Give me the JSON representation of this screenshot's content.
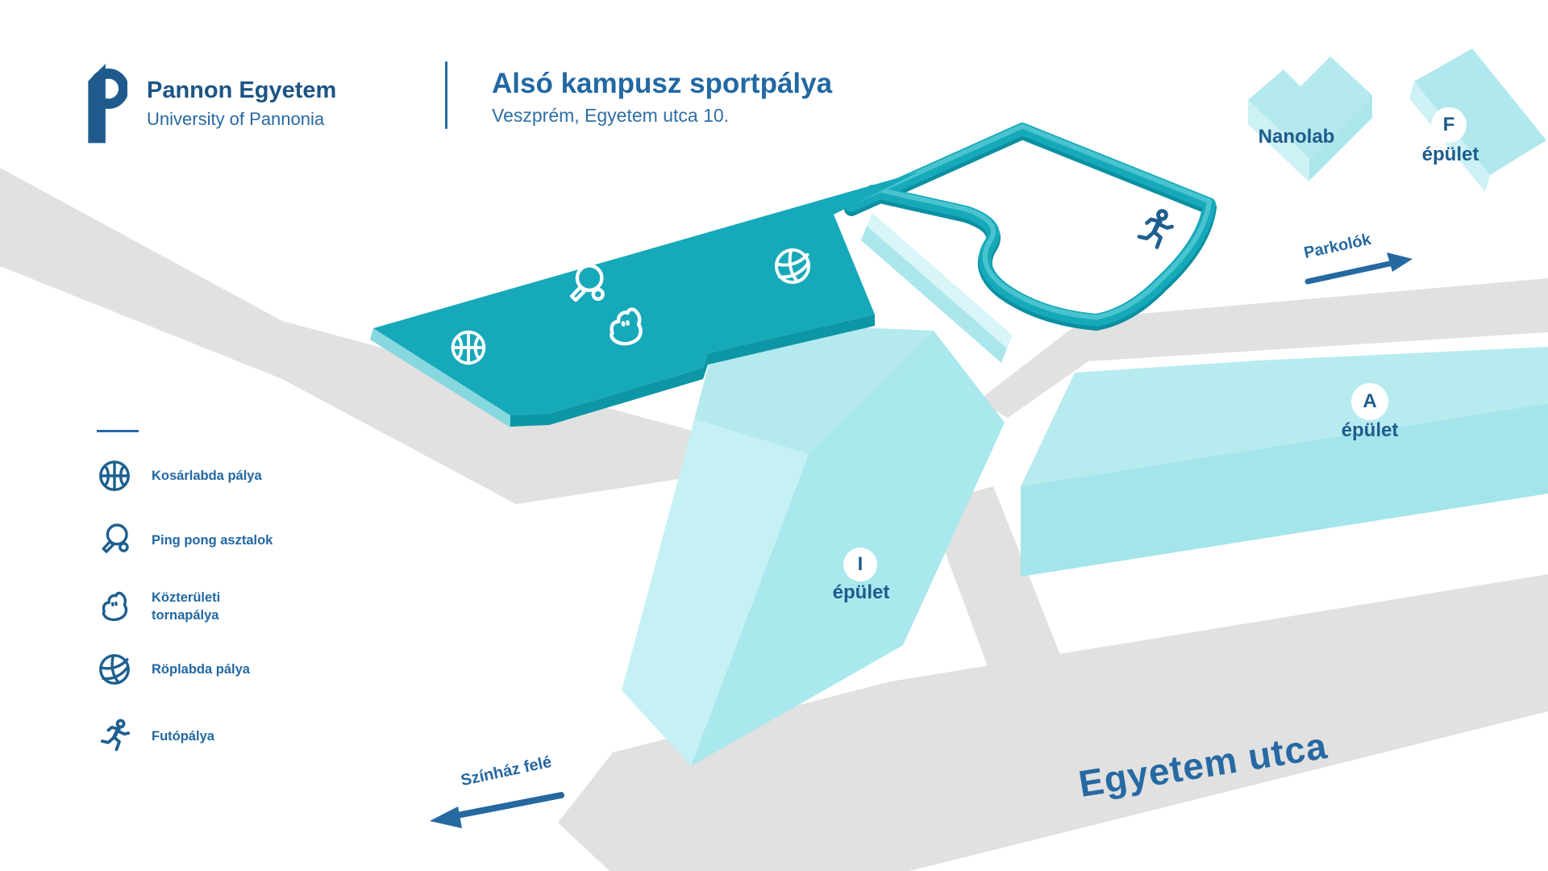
{
  "header": {
    "brand": {
      "name": "Pannon Egyetem",
      "subtitle": "University of Pannonia",
      "logo_icon": "pannon-p-logo"
    },
    "title": "Alsó kampusz sportpálya",
    "subtitle": "Veszprém, Egyetem utca 10."
  },
  "legend": {
    "items": [
      {
        "icon": "basketball-icon",
        "label": "Kosárlabda pálya"
      },
      {
        "icon": "pingpong-icon",
        "label": "Ping pong asztalok"
      },
      {
        "icon": "muscle-icon",
        "label_line1": "Közterületi",
        "label_line2": "tornapálya"
      },
      {
        "icon": "volleyball-icon",
        "label": "Röplabda pálya"
      },
      {
        "icon": "runner-icon",
        "label": "Futópálya"
      }
    ]
  },
  "map": {
    "buildings": {
      "nanolab": {
        "label": "Nanolab"
      },
      "f": {
        "letter": "F",
        "label": "épület"
      },
      "a": {
        "letter": "A",
        "label": "épület"
      },
      "i": {
        "letter": "I",
        "label": "épület"
      }
    },
    "directions": {
      "parking": {
        "label": "Parkolók"
      },
      "theater": {
        "label": "Színház felé"
      }
    },
    "street": {
      "label": "Egyetem utca"
    },
    "sport_area_icons": [
      "basketball-icon",
      "pingpong-icon",
      "muscle-icon",
      "volleyball-icon"
    ],
    "track_icon": "runner-icon"
  },
  "colors": {
    "accent_blue": "#2268A3",
    "navy_icon": "#1E5F8F",
    "sport_area_teal": "#16A9BA",
    "sport_area_side": "#0D96A6",
    "track_teal": "#16A9BA",
    "track_shadow": "#0B8FA0",
    "track_highlight": "#4FC6D0",
    "building_light": "#C6F1F4",
    "building_mid": "#ABE6EC",
    "building_top": "#B7EBEF",
    "road_gray": "#E1E1E1",
    "icon_white": "#FFFFFF"
  }
}
